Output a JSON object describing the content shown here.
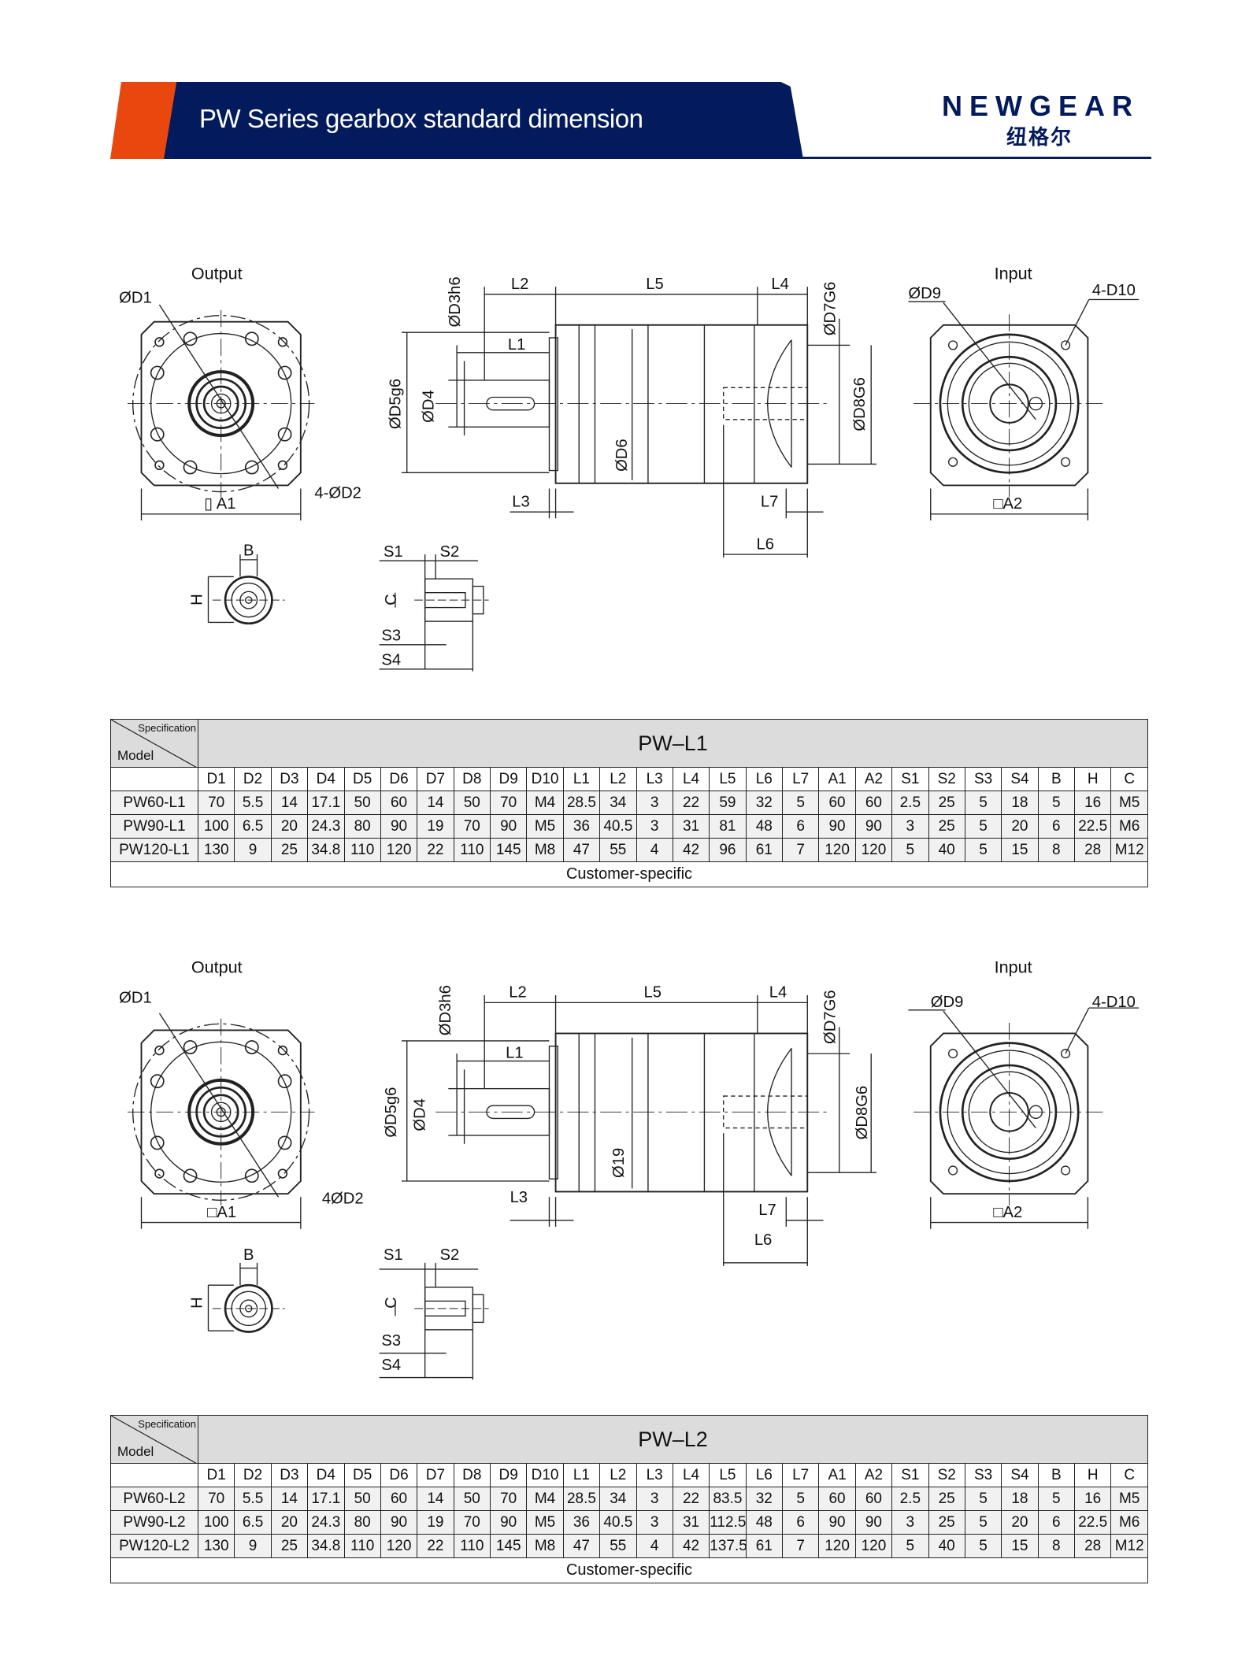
{
  "header": {
    "title": "PW Series gearbox standard dimension",
    "brand": "NEWGEAR",
    "brand_cn": "纽格尔",
    "accent_orange": "#e8470e",
    "navy": "#031a5c"
  },
  "drawing1": {
    "output": "Output",
    "input": "Input",
    "d1": "ØD1",
    "d2": "4-ØD2",
    "a1": "▯ A1",
    "a2": "□A2",
    "d9": "ØD9",
    "d10": "4-D10",
    "l2": "L2",
    "l5": "L5",
    "l4": "L4",
    "l1": "L1",
    "l3": "L3",
    "l7": "L7",
    "l6": "L6",
    "d3": "ØD3h6",
    "d5": "ØD5g6",
    "d4": "ØD4",
    "d6": "ØD6",
    "d7": "ØD7G6",
    "d8": "ØD8G6",
    "b": "B",
    "h": "H",
    "s1": "S1",
    "s2": "S2",
    "c": "C",
    "s3": "S3",
    "s4": "S4"
  },
  "drawing2": {
    "output": "Output",
    "input": "Input",
    "d1": "ØD1",
    "d2": "4ØD2",
    "a1": "□A1",
    "a2": "□A2",
    "d9": "ØD9",
    "d10": "4-D10",
    "l2": "L2",
    "l5": "L5",
    "l4": "L4",
    "l1": "L1",
    "l3": "L3",
    "l7": "L7",
    "l6": "L6",
    "d3": "ØD3h6",
    "d5": "ØD5g6",
    "d4": "ØD4",
    "d6": "Ø19",
    "d7": "ØD7G6",
    "d8": "ØD8G6",
    "b": "B",
    "h": "H",
    "s1": "S1",
    "s2": "S2",
    "c": "C",
    "s3": "S3",
    "s4": "S4"
  },
  "columns": [
    "D1",
    "D2",
    "D3",
    "D4",
    "D5",
    "D6",
    "D7",
    "D8",
    "D9",
    "D10",
    "L1",
    "L2",
    "L3",
    "L4",
    "L5",
    "L6",
    "L7",
    "A1",
    "A2",
    "S1",
    "S2",
    "S3",
    "S4",
    "B",
    "H",
    "C"
  ],
  "tables": [
    {
      "spec_label": "Specification",
      "model_label": "Model",
      "series": "PW–L1",
      "footer": "Customer-specific",
      "rows": [
        [
          "PW60-L1",
          "70",
          "5.5",
          "14",
          "17.1",
          "50",
          "60",
          "14",
          "50",
          "70",
          "M4",
          "28.5",
          "34",
          "3",
          "22",
          "59",
          "32",
          "5",
          "60",
          "60",
          "2.5",
          "25",
          "5",
          "18",
          "5",
          "16",
          "M5"
        ],
        [
          "PW90-L1",
          "100",
          "6.5",
          "20",
          "24.3",
          "80",
          "90",
          "19",
          "70",
          "90",
          "M5",
          "36",
          "40.5",
          "3",
          "31",
          "81",
          "48",
          "6",
          "90",
          "90",
          "3",
          "25",
          "5",
          "20",
          "6",
          "22.5",
          "M6"
        ],
        [
          "PW120-L1",
          "130",
          "9",
          "25",
          "34.8",
          "110",
          "120",
          "22",
          "110",
          "145",
          "M8",
          "47",
          "55",
          "4",
          "42",
          "96",
          "61",
          "7",
          "120",
          "120",
          "5",
          "40",
          "5",
          "15",
          "8",
          "28",
          "M12"
        ]
      ]
    },
    {
      "spec_label": "Specification",
      "model_label": "Model",
      "series": "PW–L2",
      "footer": "Customer-specific",
      "rows": [
        [
          "PW60-L2",
          "70",
          "5.5",
          "14",
          "17.1",
          "50",
          "60",
          "14",
          "50",
          "70",
          "M4",
          "28.5",
          "34",
          "3",
          "22",
          "83.5",
          "32",
          "5",
          "60",
          "60",
          "2.5",
          "25",
          "5",
          "18",
          "5",
          "16",
          "M5"
        ],
        [
          "PW90-L2",
          "100",
          "6.5",
          "20",
          "24.3",
          "80",
          "90",
          "19",
          "70",
          "90",
          "M5",
          "36",
          "40.5",
          "3",
          "31",
          "112.5",
          "48",
          "6",
          "90",
          "90",
          "3",
          "25",
          "5",
          "20",
          "6",
          "22.5",
          "M6"
        ],
        [
          "PW120-L2",
          "130",
          "9",
          "25",
          "34.8",
          "110",
          "120",
          "22",
          "110",
          "145",
          "M8",
          "47",
          "55",
          "4",
          "42",
          "137.5",
          "61",
          "7",
          "120",
          "120",
          "5",
          "40",
          "5",
          "15",
          "8",
          "28",
          "M12"
        ]
      ]
    }
  ]
}
